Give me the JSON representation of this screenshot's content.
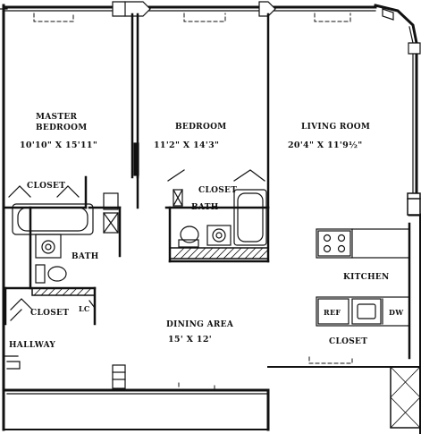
{
  "rooms": {
    "master_bedroom": {
      "name_line1": "MASTER",
      "name_line2": "BEDROOM",
      "dims": "10'10\" X 15'11\""
    },
    "bedroom": {
      "name": "BEDROOM",
      "dims": "11'2\" X 14'3\""
    },
    "living_room": {
      "name": "LIVING ROOM",
      "dims": "20'4\" X 11'9½\""
    },
    "master_closet": {
      "name": "CLOSET"
    },
    "bedroom_closet": {
      "name": "CLOSET"
    },
    "bath_upper": {
      "name": "BATH"
    },
    "bath_lower": {
      "name": "BATH"
    },
    "kitchen": {
      "name": "KITCHEN"
    },
    "hall_closet": {
      "name": "CLOSET"
    },
    "dining_area": {
      "name": "DINING AREA",
      "dims": "15' X 12'"
    },
    "hallway": {
      "name": "HALLWAY"
    },
    "entry_closet": {
      "name": "CLOSET"
    }
  },
  "fixtures": {
    "linen_closet": "LC",
    "refrigerator": "REF",
    "dishwasher": "DW"
  }
}
